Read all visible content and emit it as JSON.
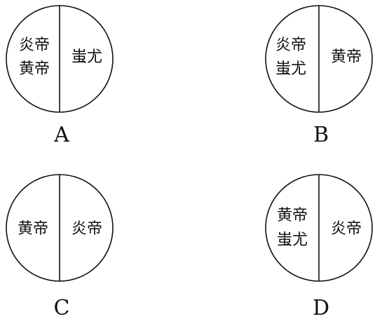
{
  "options": [
    {
      "letter": "A",
      "left_lines": [
        "炎帝",
        "黄帝"
      ],
      "right_lines": [
        "蚩尤"
      ]
    },
    {
      "letter": "B",
      "left_lines": [
        "炎帝",
        "蚩尤"
      ],
      "right_lines": [
        "黄帝"
      ]
    },
    {
      "letter": "C",
      "left_lines": [
        "黄帝"
      ],
      "right_lines": [
        "炎帝"
      ]
    },
    {
      "letter": "D",
      "left_lines": [
        "黄帝",
        "蚩尤"
      ],
      "right_lines": [
        "炎帝"
      ]
    }
  ]
}
